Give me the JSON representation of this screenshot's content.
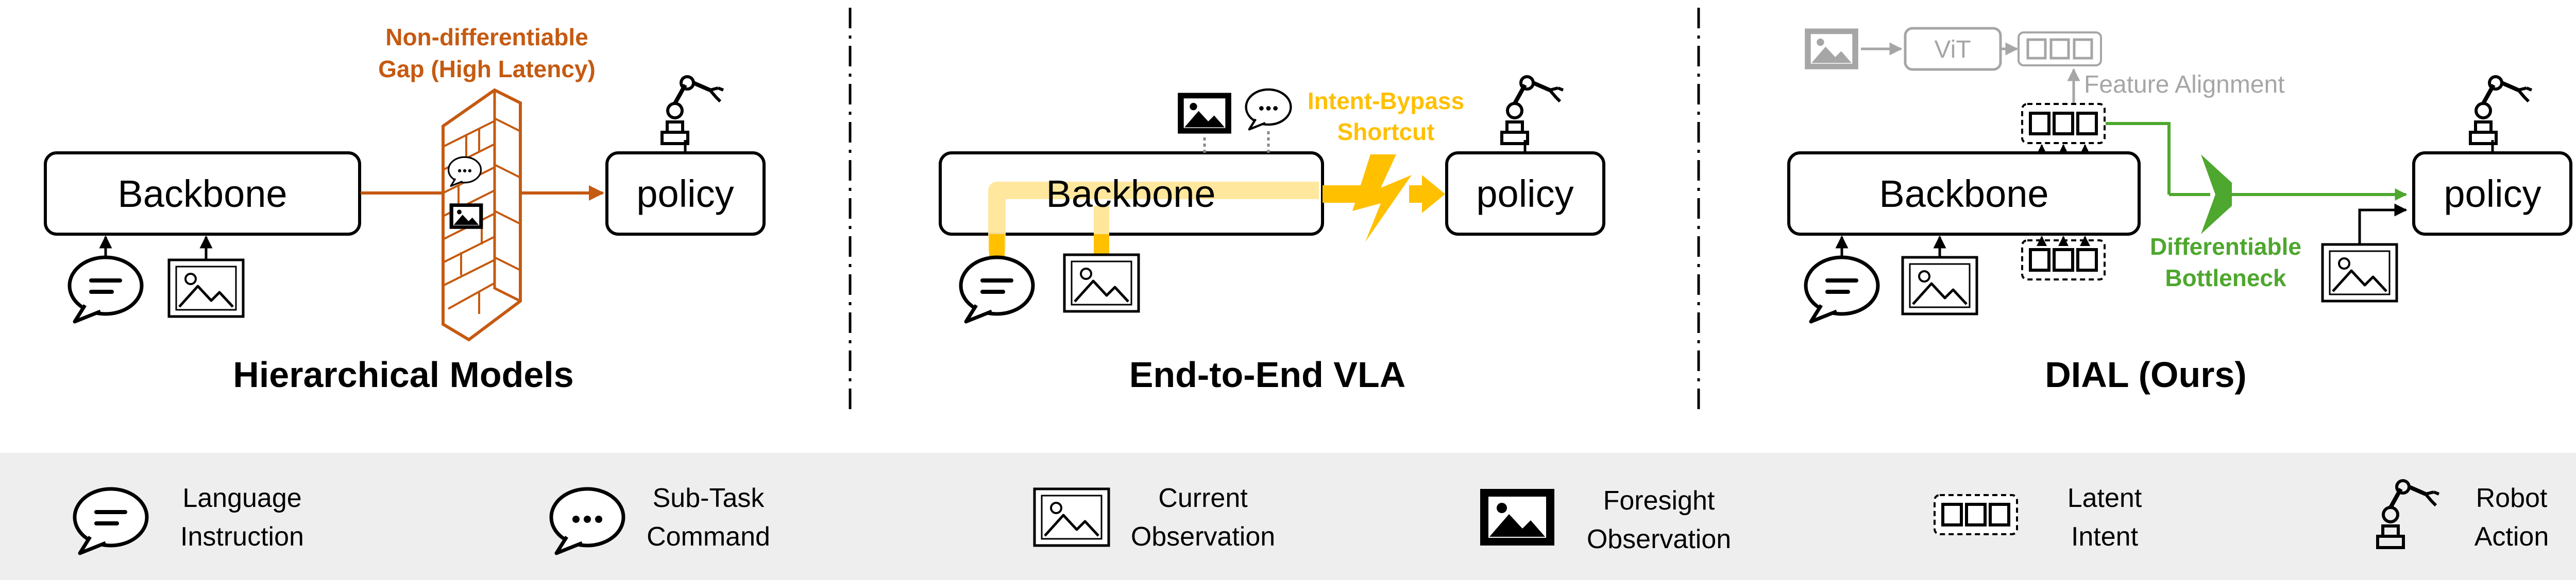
{
  "panels": {
    "hierarchical": {
      "title": "Hierarchical Models",
      "backbone": "Backbone",
      "policy": "policy",
      "gap_line1": "Non-differentiable",
      "gap_line2": "Gap (High Latency)"
    },
    "e2e": {
      "title": "End-to-End VLA",
      "backbone": "Backbone",
      "policy": "policy",
      "shortcut_line1": "Intent-Bypass",
      "shortcut_line2": "Shortcut"
    },
    "dial": {
      "title": "DIAL (Ours)",
      "backbone": "Backbone",
      "policy": "policy",
      "vit": "ViT",
      "feature_alignment": "Feature Alignment",
      "bottleneck_line1": "Differentiable",
      "bottleneck_line2": "Bottleneck"
    }
  },
  "legend": [
    {
      "icon": "language-instruction-icon",
      "line1": "Language",
      "line2": "Instruction"
    },
    {
      "icon": "sub-task-command-icon",
      "line1": "Sub-Task",
      "line2": "Command"
    },
    {
      "icon": "current-observation-icon",
      "line1": "Current",
      "line2": "Observation"
    },
    {
      "icon": "foresight-observation-icon",
      "line1": "Foresight",
      "line2": "Observation"
    },
    {
      "icon": "latent-intent-icon",
      "line1": "Latent",
      "line2": "Intent"
    },
    {
      "icon": "robot-action-icon",
      "line1": "Robot",
      "line2": "Action"
    }
  ],
  "colors": {
    "gap": "#c55a11",
    "shortcut": "#ffc000",
    "shortcut_light": "#ffe699",
    "bottleneck": "#4ea72e",
    "gray": "#a6a6a6",
    "legend_bg": "#eeeeee"
  }
}
